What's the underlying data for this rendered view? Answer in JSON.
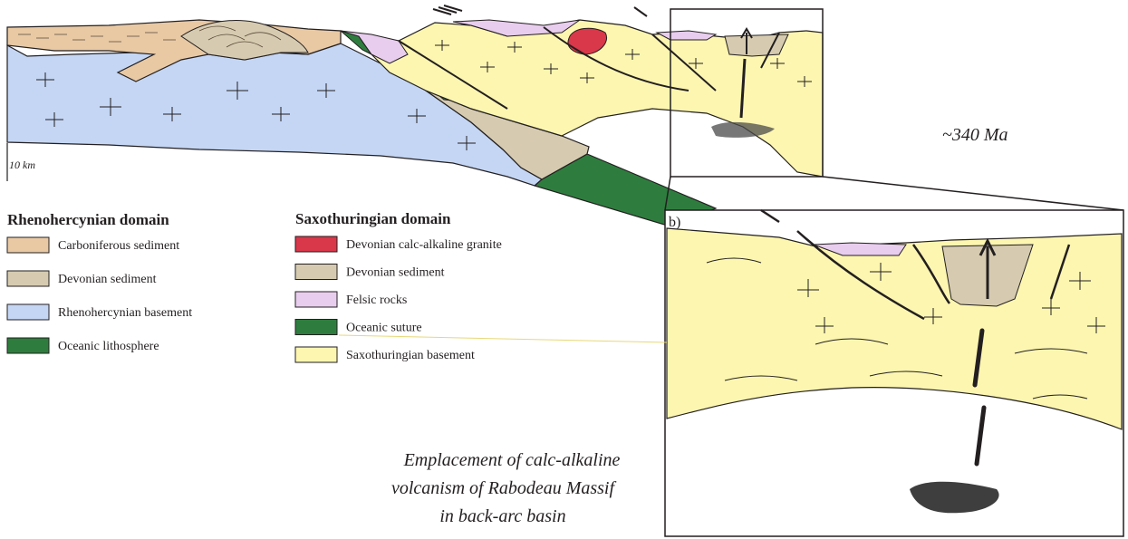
{
  "scale_bar": {
    "label": "10 km"
  },
  "age_label": "~340 Ma",
  "inset_label": "b)",
  "caption": [
    "Emplacement of calc-alkaline",
    "volcanism of Rabodeau Massif",
    "in back-arc basin"
  ],
  "legend": {
    "rhenohercynian": {
      "heading": "Rhenohercynian domain",
      "items": [
        {
          "label": "Carboniferous sediment",
          "color": "#e8c9a4"
        },
        {
          "label": "Devonian sediment",
          "color": "#d6cbb0"
        },
        {
          "label": "Rhenohercynian basement",
          "color": "#c4d6f4"
        },
        {
          "label": "Oceanic lithosphere",
          "color": "#2e7d3e"
        }
      ]
    },
    "saxothuringian": {
      "heading": "Saxothuringian domain",
      "items": [
        {
          "label": "Devonian calc-alkaline granite",
          "color": "#d9374a"
        },
        {
          "label": "Devonian sediment",
          "color": "#d6cbb0"
        },
        {
          "label": "Felsic rocks",
          "color": "#e8cdee"
        },
        {
          "label": "Oceanic suture",
          "color": "#2e7d3e"
        },
        {
          "label": "Saxothuringian basement",
          "color": "#fdf6b0"
        }
      ]
    }
  }
}
